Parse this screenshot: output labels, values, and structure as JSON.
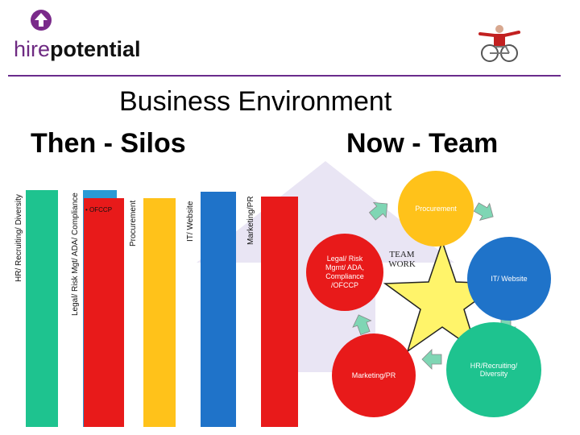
{
  "logo": {
    "word_hire": "hire",
    "word_potential": "potential",
    "arrow_icon": "up-arrow-icon",
    "mascot_icon": "wheelchair-athlete-icon"
  },
  "titles": {
    "main": "Business Environment",
    "left": "Then - Silos",
    "right": "Now - Team"
  },
  "silos": [
    {
      "label": "HR/ Recruiting/ Diversity",
      "color": "#1ec38f"
    },
    {
      "label": "Legal/ Risk Mgt/ ADA/ Compliance",
      "color": "#2a9ad6"
    },
    {
      "label": "",
      "note": "• OFCCP",
      "color": "#e81a1a"
    },
    {
      "label": "Procurement",
      "color": "#ffc21a"
    },
    {
      "label": "IT/ Website",
      "color": "#1f73c9"
    },
    {
      "label": "Marketing/PR",
      "color": "#e81a1a"
    }
  ],
  "team": {
    "center": "TEAM\nWORK",
    "star_color": "#fff46a",
    "arrow_color": "#7fd6b4",
    "nodes": [
      {
        "label": "Procurement",
        "color": "#ffc21a"
      },
      {
        "label": "IT/ Website",
        "color": "#1f73c9"
      },
      {
        "label": "HR/Recruiting/ Diversity",
        "color": "#1ec38f"
      },
      {
        "label": "Marketing/PR",
        "color": "#e81a1a"
      },
      {
        "label": "Legal/ Risk Mgmt/ ADA, Compliance /OFCCP",
        "color": "#e81a1a"
      }
    ]
  },
  "colors": {
    "rule": "#6a2c8c",
    "brand_purple": "#6e2a82",
    "watermark": "#e9e5f4"
  }
}
